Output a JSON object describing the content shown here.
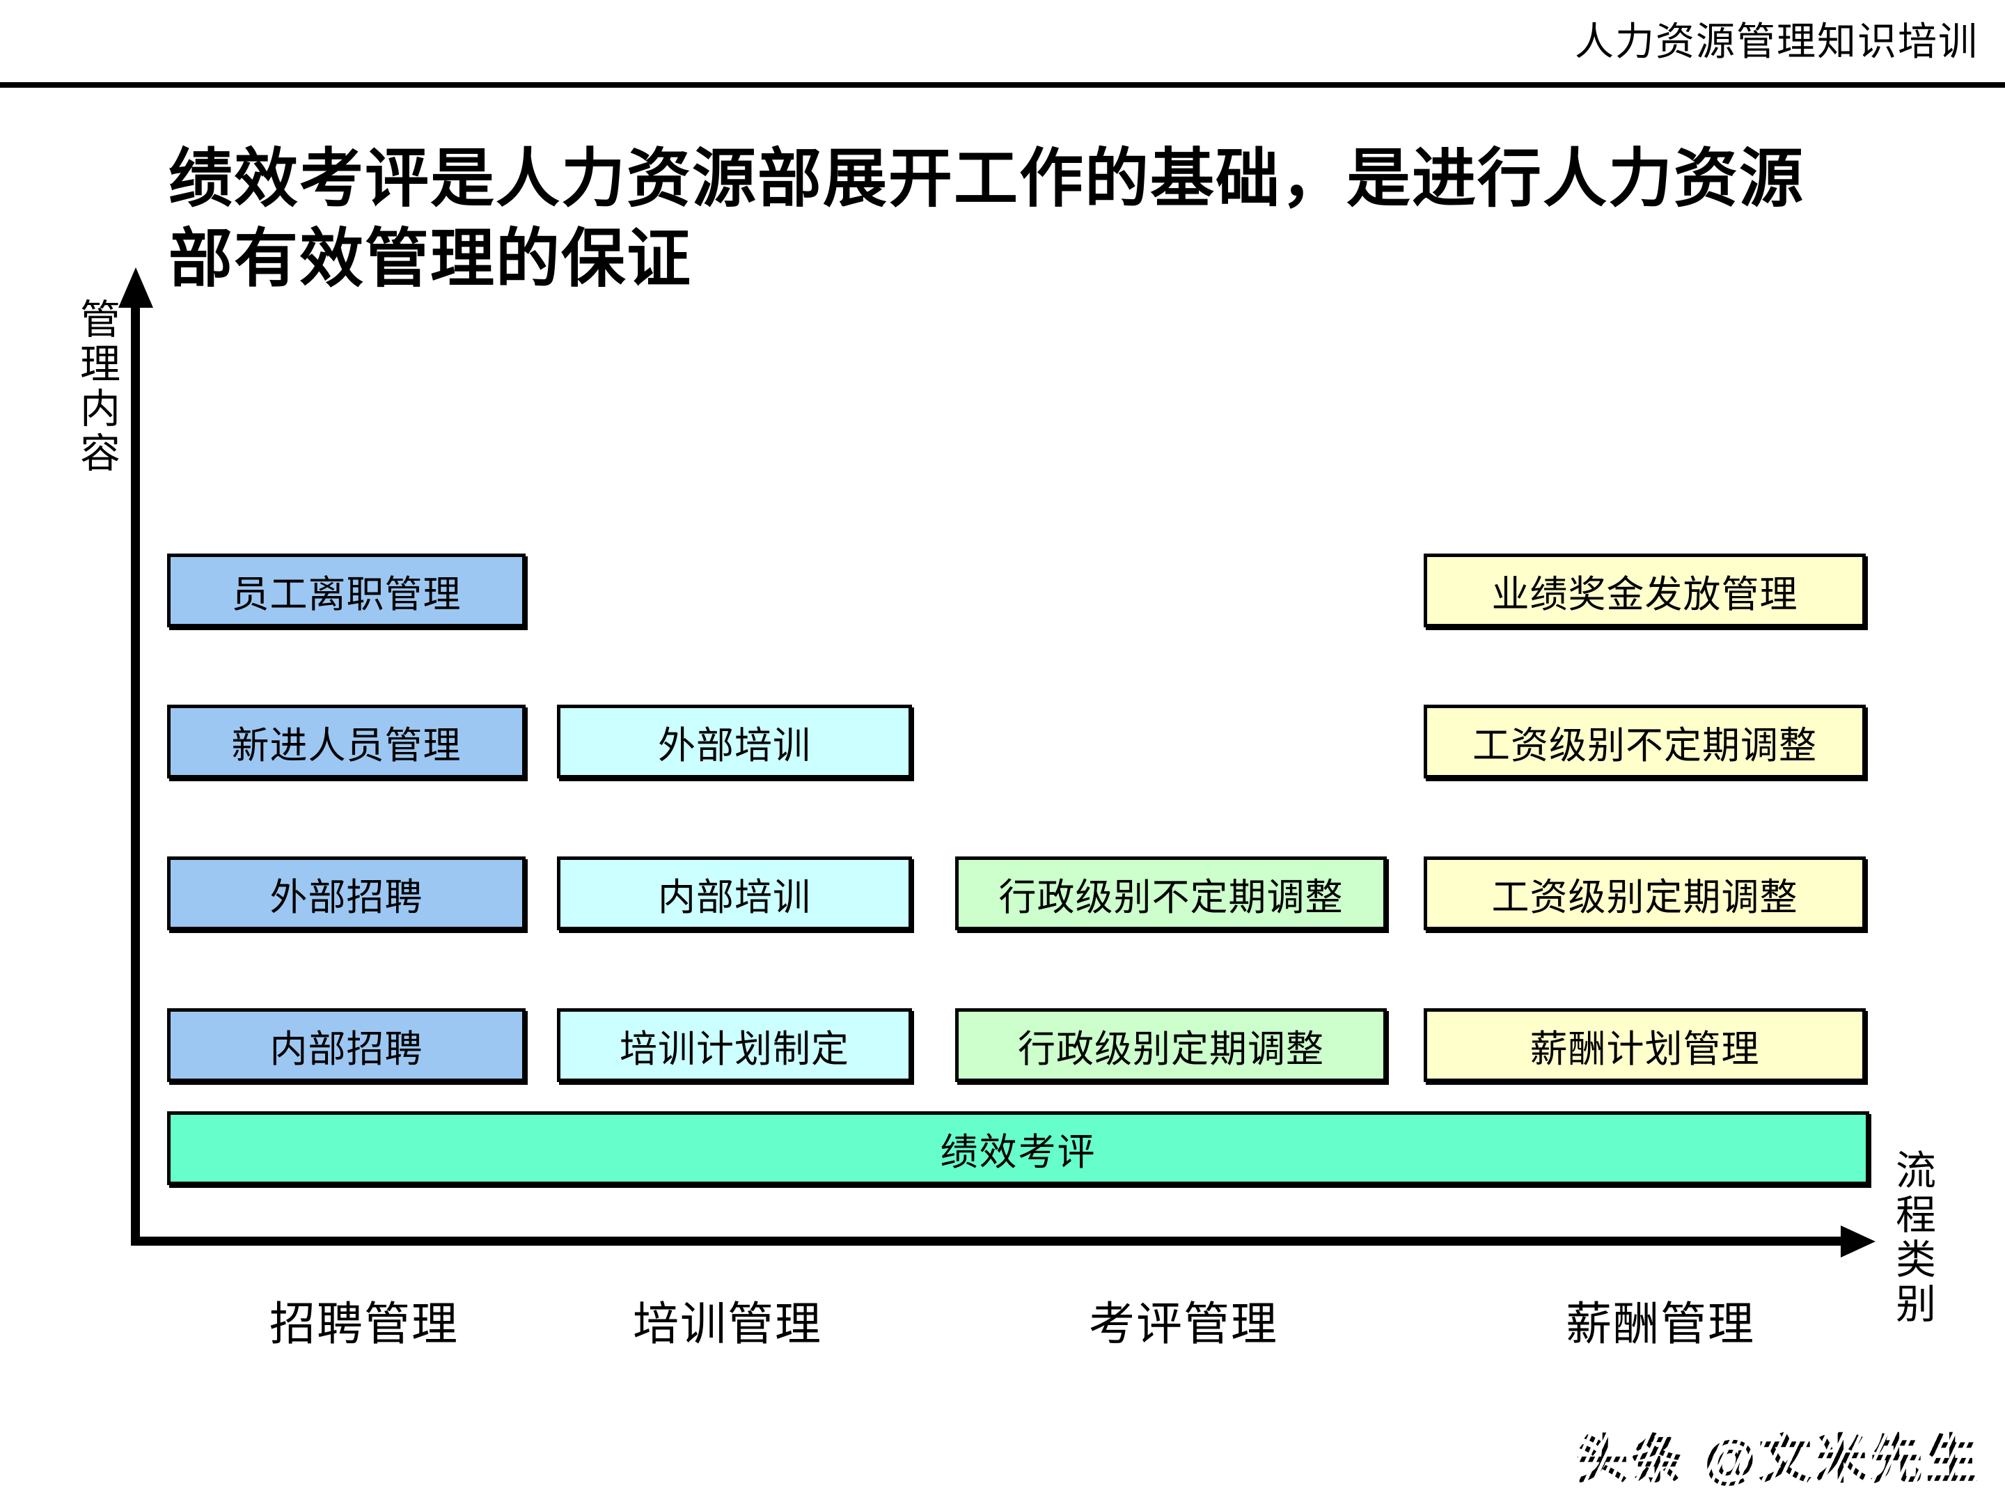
{
  "header": {
    "label": "人力资源管理知识培训"
  },
  "title": {
    "line1": "绩效考评是人力资源部展开工作的基础，是进行人力资源",
    "line2": "部有效管理的保证"
  },
  "axes": {
    "y_label": "管理内容",
    "x_label": "流程类别"
  },
  "columns": [
    {
      "category": "招聘管理",
      "color": "#9CC7F2",
      "items": {
        "r1": "员工离职管理",
        "r2": "新进人员管理",
        "r3": "外部招聘",
        "r4": "内部招聘"
      }
    },
    {
      "category": "培训管理",
      "color": "#CCFFFF",
      "items": {
        "r2": "外部培训",
        "r3": "内部培训",
        "r4": "培训计划制定"
      }
    },
    {
      "category": "考评管理",
      "color": "#CCFFCC",
      "items": {
        "r3": "行政级别不定期调整",
        "r4": "行政级别定期调整"
      }
    },
    {
      "category": "薪酬管理",
      "color": "#FFFFCC",
      "items": {
        "r1": "业绩奖金发放管理",
        "r2": "工资级别不定期调整",
        "r3": "工资级别定期调整",
        "r4": "薪酬计划管理"
      }
    }
  ],
  "base_bar": {
    "label": "绩效考评",
    "color": "#66FFCC"
  },
  "watermark": {
    "label": "头条 @文米先生"
  }
}
